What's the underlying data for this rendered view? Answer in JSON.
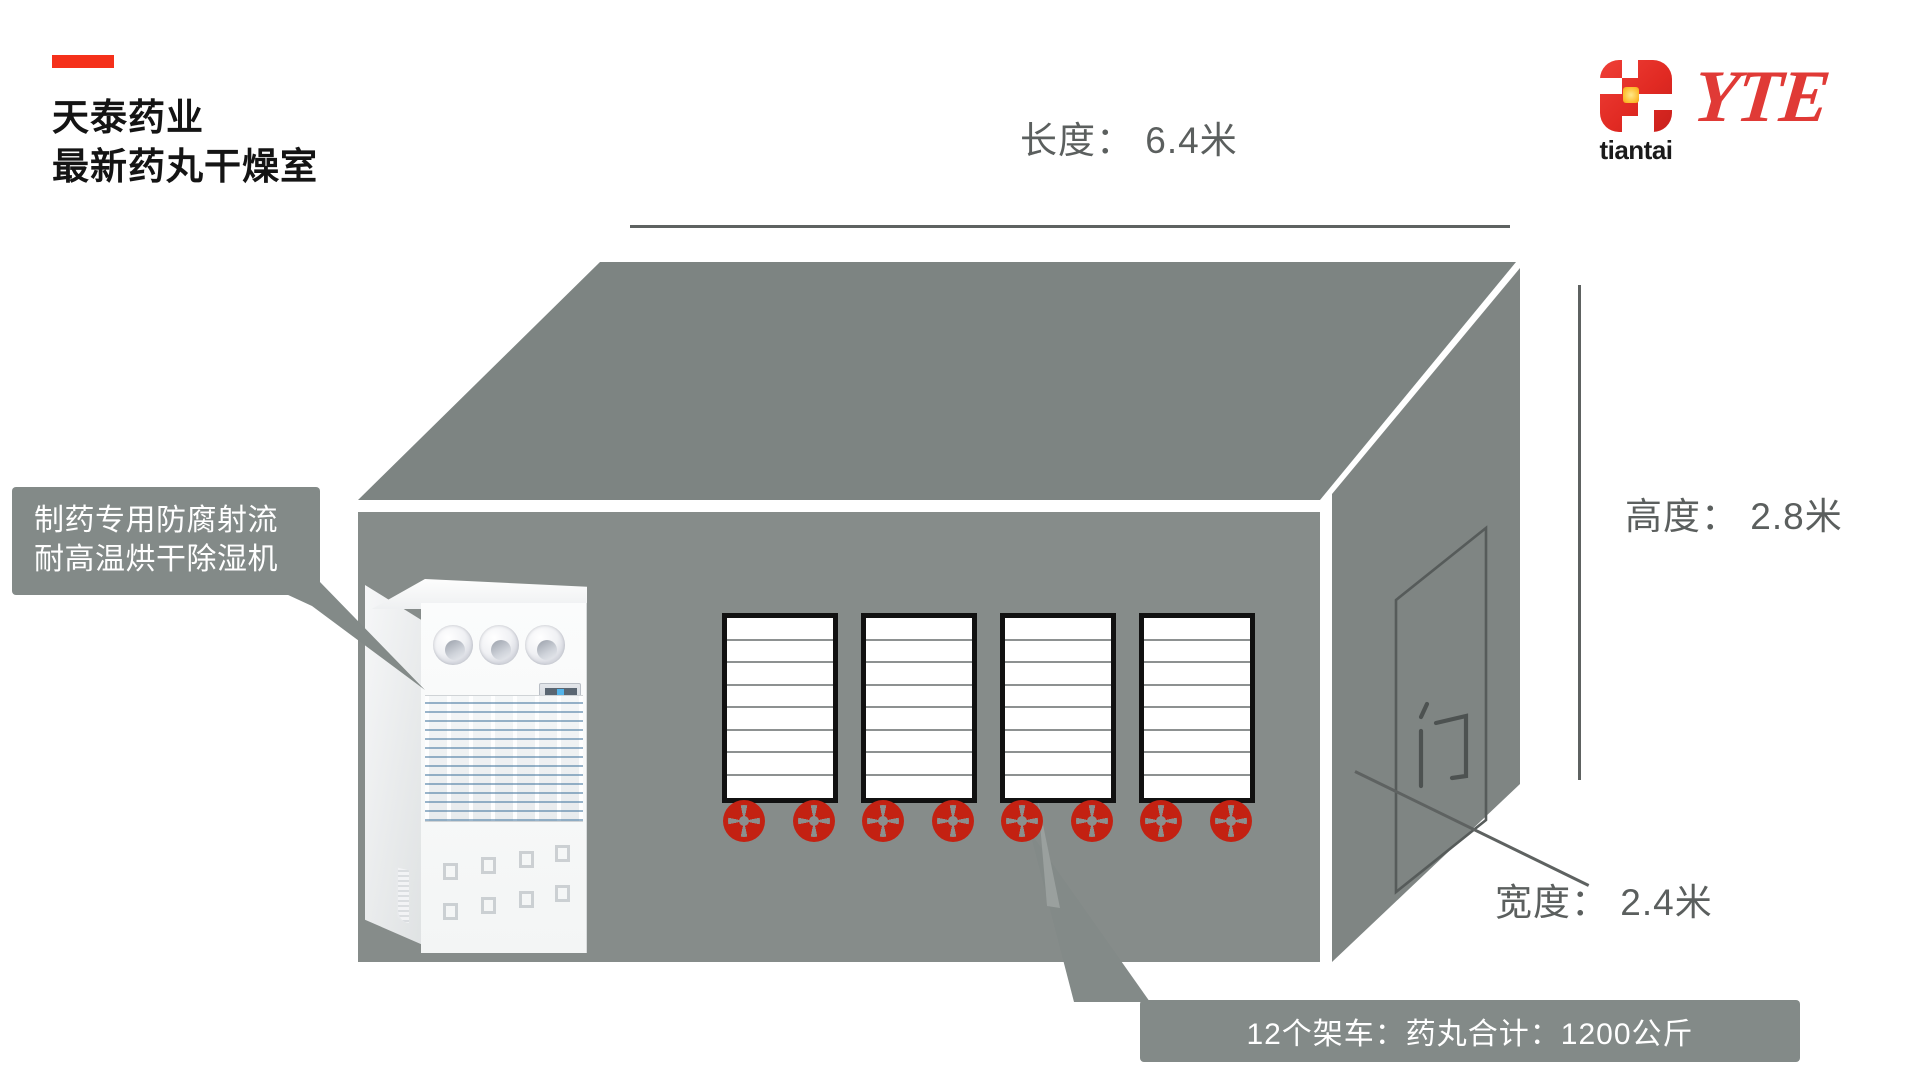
{
  "brand": {
    "title_line_1": "天泰药业",
    "title_line_2": "最新药丸干燥室",
    "accent_color": "#f5301a",
    "logo_word": "tiantai",
    "logo_script": "YTE",
    "logo_color": "#e03a36"
  },
  "dimensions": {
    "length": "长度： 6.4米",
    "height": "高度： 2.8米",
    "width": "宽度： 2.4米"
  },
  "room": {
    "door_label": "门",
    "wall_color": "#868c8a",
    "ceiling_color": "#7d8482",
    "side_wall_color": "#7f8583"
  },
  "callouts": {
    "machine": {
      "line_1": "制药专用防腐射流",
      "line_2": "耐高温烘干除湿机"
    },
    "carts": {
      "text": "12个架车：药丸合计：1200公斤"
    },
    "background_color": "#838a88",
    "text_color": "#ffffff"
  },
  "equipment": {
    "dehumidifier_name": "dehumidifier-unit",
    "nozzle_count": 3,
    "rack_count": 4,
    "shelves_per_rack": 8,
    "wheels_per_rack": 2,
    "wheel_color": "#c32112"
  }
}
